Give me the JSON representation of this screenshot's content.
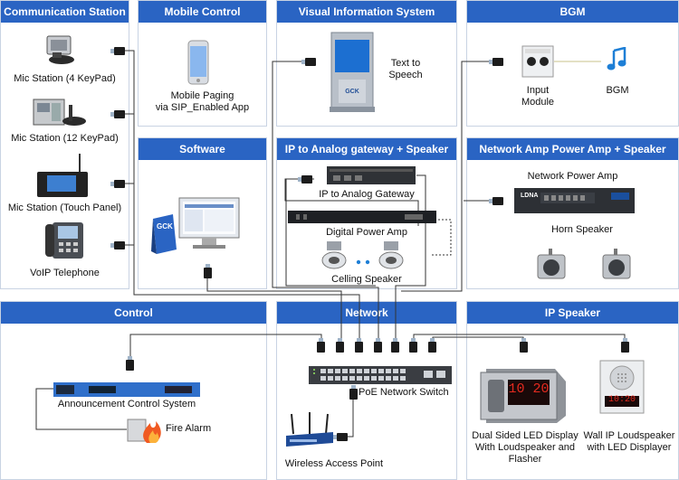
{
  "headers": {
    "communication_station": "Communication Station",
    "mobile_control": "Mobile Control",
    "visual_information_system": "Visual Information System",
    "bgm": "BGM",
    "software": "Software",
    "ip_to_analog": "IP to Analog gateway + Speaker",
    "network_amp": "Network Amp Power Amp + Speaker",
    "control": "Control",
    "network": "Network",
    "ip_speaker": "IP Speaker"
  },
  "labels": {
    "mic_station_4": "Mic Station (4 KeyPad)",
    "mic_station_12": "Mic Station (12 KeyPad)",
    "mic_station_touch": "Mic Station (Touch Panel)",
    "voip_telephone": "VoIP Telephone",
    "mobile_paging_1": "Mobile Paging",
    "mobile_paging_2": "via SIP_Enabled App",
    "text_to_speech_1": "Text to",
    "text_to_speech_2": "Speech",
    "input_module_1": "Input",
    "input_module_2": "Module",
    "bgm": "BGM",
    "ip_to_analog_gateway": "IP to Analog Gateway",
    "digital_power_amp": "Digital Power Amp",
    "ceiling_speaker": "Celling Speaker",
    "network_power_amp": "Network Power Amp",
    "horn_speaker": "Horn Speaker",
    "announcement_control_system": "Announcement Control System",
    "fire_alarm": "Fire Alarm",
    "poe_network_switch": "PoE Network Switch",
    "wireless_access_point": "Wireless Access Point",
    "dual_led_1": "Dual Sided LED Display",
    "dual_led_2": "With Loudspeaker and",
    "dual_led_3": "Flasher",
    "wall_ip_1": "Wall IP Loudspeaker",
    "wall_ip_2": "with LED Displayer"
  },
  "device_text": {
    "gck_box": "GCK",
    "vis_kiosk": "GCK",
    "led_digits": "10 20",
    "wall_led_digits": "10:20",
    "network_amp_brand": "LDNA"
  },
  "colors": {
    "header_bg": "#2a64c3",
    "panel_border": "#c9d3e3",
    "wire": "#333333",
    "bgm_note": "#1e7fd6"
  }
}
